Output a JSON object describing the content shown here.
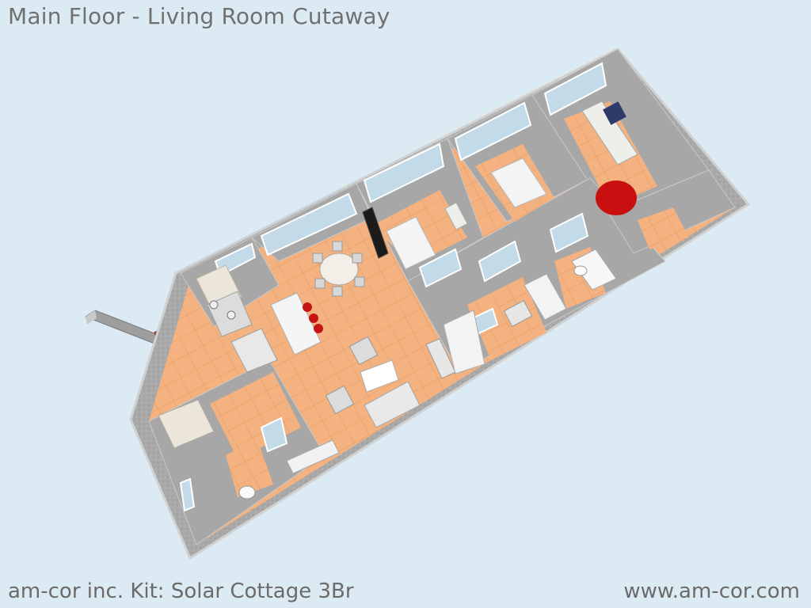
{
  "header": {
    "title": "Main Floor - Living Room Cutaway"
  },
  "footer": {
    "kit_label": "am-cor inc. Kit: Solar Cottage 3Br",
    "website": "www.am-cor.com"
  },
  "colors": {
    "background": "#dcebf3",
    "wall": "#a8a8a8",
    "floor_tile": "#f2b07e",
    "deck": "#b5532c",
    "window": "#bcd8e6",
    "rug": "#c81010"
  }
}
